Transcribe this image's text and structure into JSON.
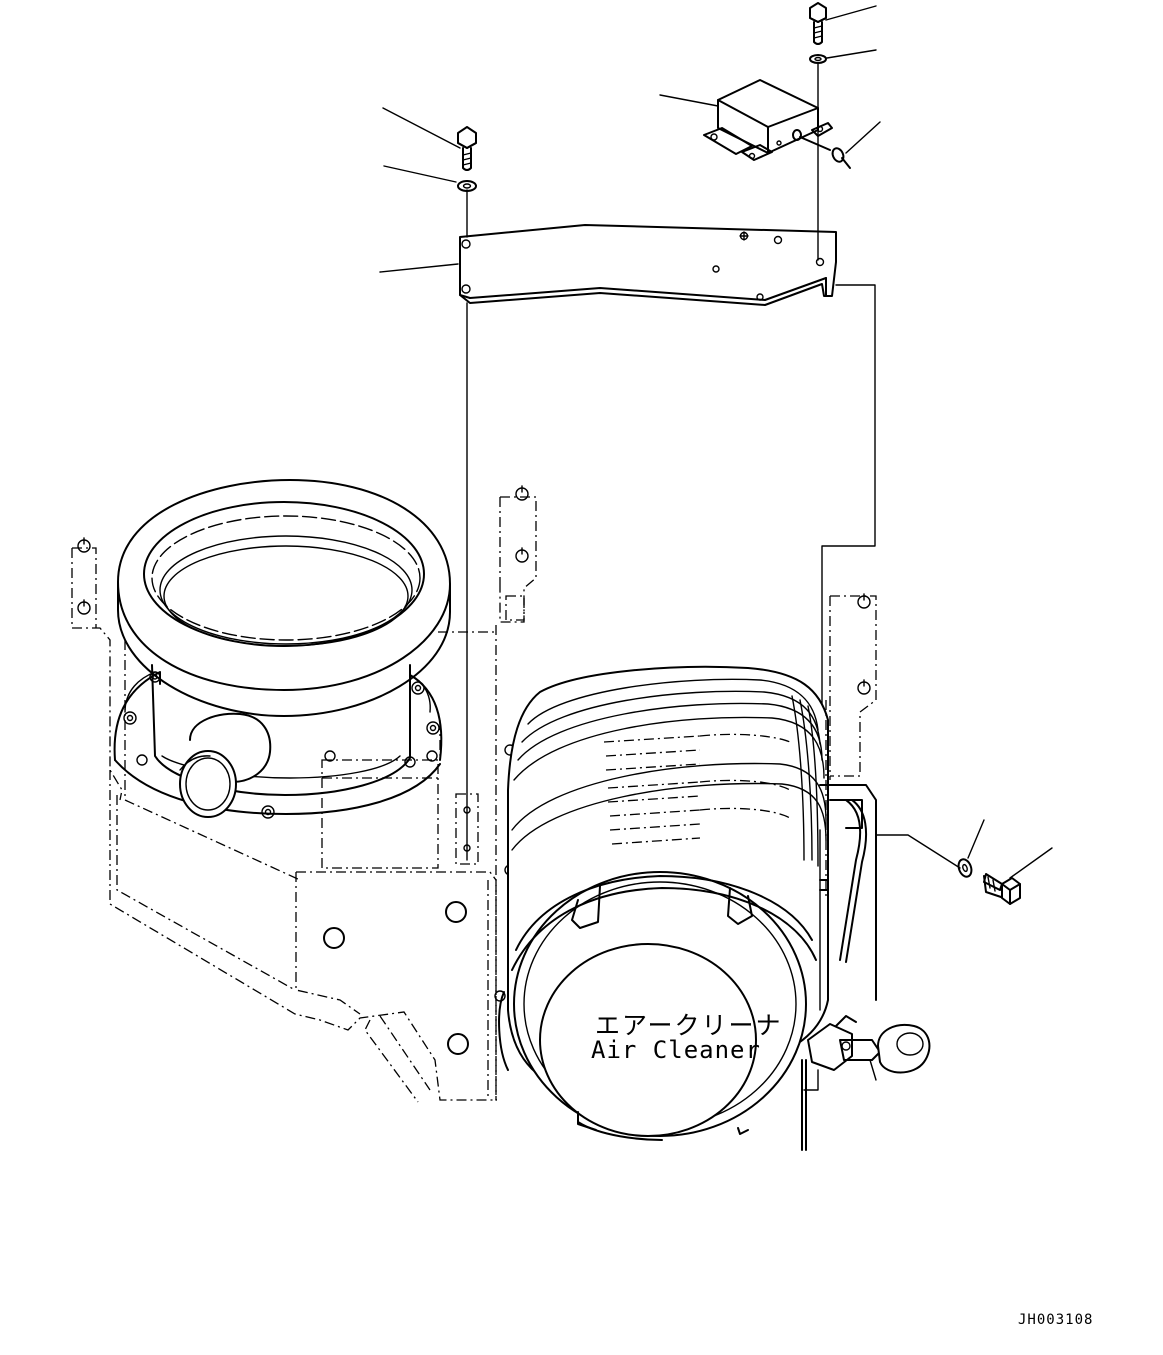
{
  "diagram": {
    "cleaner_label_jp": "エアークリーナ",
    "cleaner_label_en": "Air Cleaner",
    "drawing_number": "JH003108"
  }
}
